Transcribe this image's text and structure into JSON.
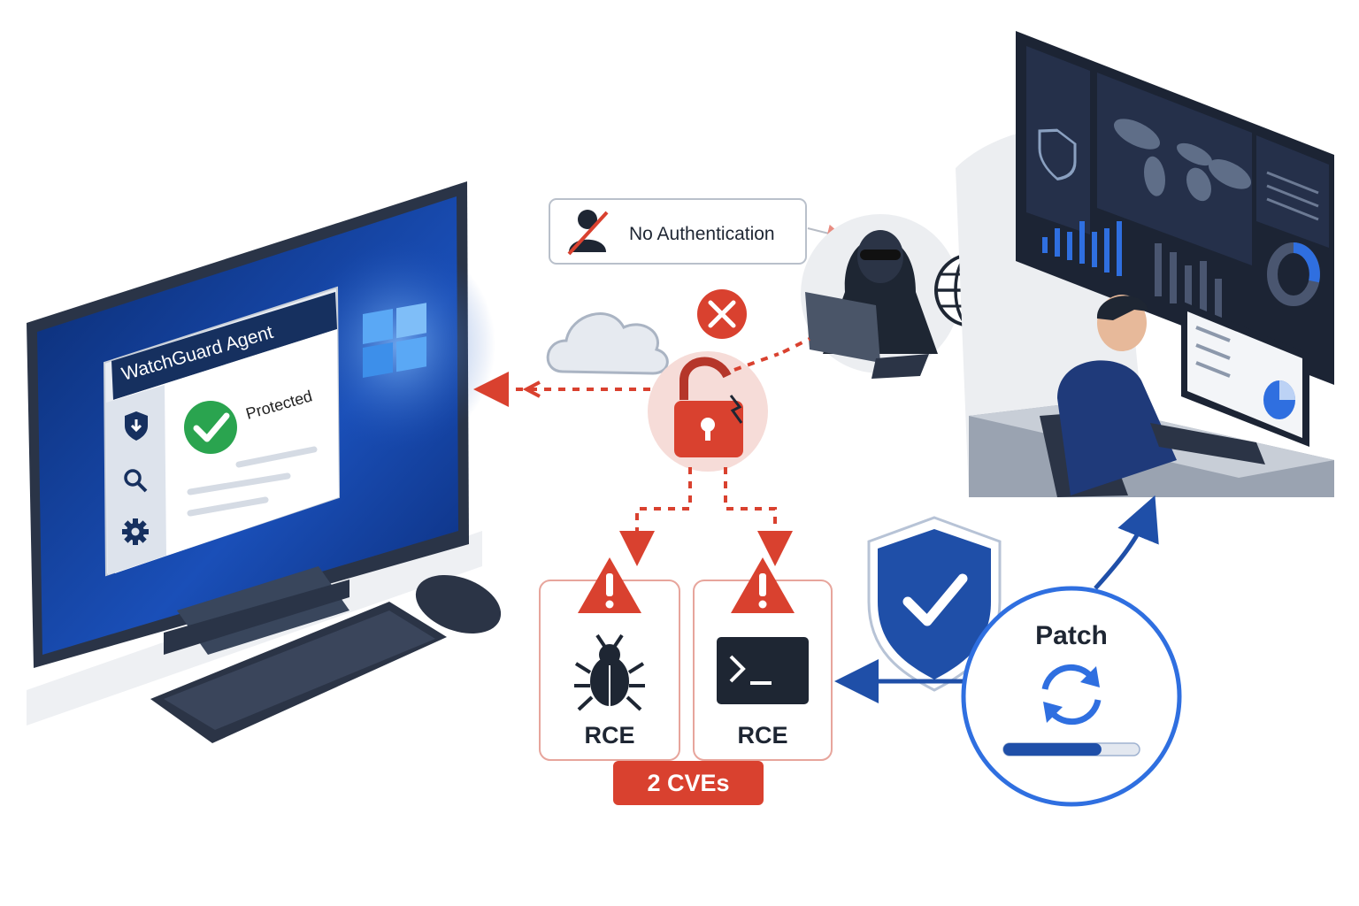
{
  "agent": {
    "title": "WatchGuard Agent",
    "status": "Protected"
  },
  "auth_callout": {
    "label": "No Authentication"
  },
  "vulns": [
    {
      "label": "RCE",
      "icon": "bug-icon"
    },
    {
      "label": "RCE",
      "icon": "terminal-icon"
    }
  ],
  "cve_badge": "2 CVEs",
  "patch": {
    "label": "Patch",
    "progress": 0.72
  },
  "colors": {
    "navy": "#16305f",
    "blue": "#1f4fa8",
    "red": "#d9412f",
    "green": "#2aa44f",
    "dark": "#1e2633"
  }
}
